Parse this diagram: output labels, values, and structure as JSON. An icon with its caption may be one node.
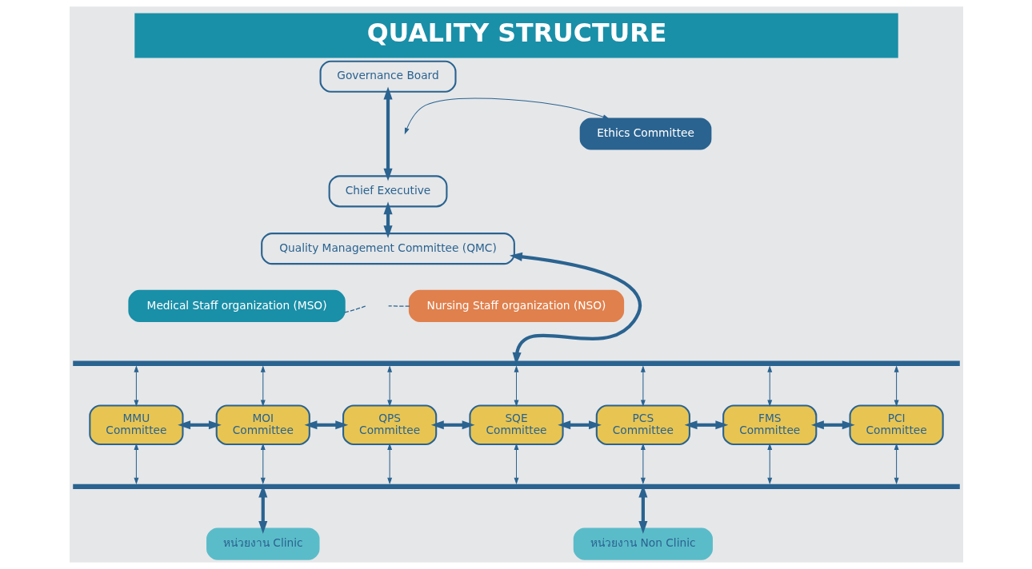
{
  "diagram": {
    "title": "QUALITY STRUCTURE",
    "nodes": [
      {
        "text": [
          "Governance Board"
        ]
      },
      {
        "text": [
          "Ethics Committee"
        ]
      },
      {
        "text": [
          "Chief Executive"
        ]
      },
      {
        "text": [
          "Quality Management Committee (QMC)"
        ]
      },
      {
        "text": [
          "Medical Staff organization (MSO)"
        ]
      },
      {
        "text": [
          "Nursing Staff organization (NSO)"
        ]
      },
      {
        "text": [],
        "shape": "bar"
      },
      {
        "text": [
          "MMU Committee"
        ]
      },
      {
        "text": [
          "MOI Committee"
        ]
      },
      {
        "text": [
          "QPS Committee"
        ]
      },
      {
        "text": [
          "SQE Committee"
        ]
      },
      {
        "text": [
          "PCS Committee"
        ]
      },
      {
        "text": [
          "FMS Committee"
        ]
      },
      {
        "text": [
          "PCI Committee"
        ]
      },
      {
        "text": [],
        "shape": "bar"
      },
      {
        "text": [
          "หน่วยงาน Clinic"
        ]
      },
      {
        "text": [
          "หน่วยงาน Non Clinic"
        ]
      }
    ],
    "edges": [
      {
        "from": 0,
        "to": 2,
        "arrow": "both",
        "style": "thick"
      },
      {
        "from": null,
        "to": 1,
        "arrow": "both"
      },
      {
        "from": 2,
        "to": 3,
        "arrow": "both",
        "style": "thick"
      },
      {
        "from": 3,
        "to": 6,
        "arrow": "both",
        "style": "thick"
      },
      {
        "from": 4,
        "to": null,
        "arrow": "none",
        "style": "dashed"
      },
      {
        "from": 5,
        "to": null,
        "arrow": "none",
        "style": "dashed"
      },
      {
        "from": 6,
        "to": 7,
        "arrow": "both"
      },
      {
        "from": 6,
        "to": 8,
        "arrow": "both"
      },
      {
        "from": 6,
        "to": 9,
        "arrow": "both"
      },
      {
        "from": 6,
        "to": 10,
        "arrow": "both"
      },
      {
        "from": 6,
        "to": 11,
        "arrow": "both"
      },
      {
        "from": 6,
        "to": 12,
        "arrow": "both"
      },
      {
        "from": 6,
        "to": 13,
        "arrow": "both"
      },
      {
        "from": 7,
        "to": 8,
        "arrow": "both",
        "style": "thick"
      },
      {
        "from": 8,
        "to": 9,
        "arrow": "both",
        "style": "thick"
      },
      {
        "from": 9,
        "to": 10,
        "arrow": "both",
        "style": "thick"
      },
      {
        "from": 10,
        "to": 11,
        "arrow": "both",
        "style": "thick"
      },
      {
        "from": 11,
        "to": 12,
        "arrow": "both",
        "style": "thick"
      },
      {
        "from": 12,
        "to": 13,
        "arrow": "both",
        "style": "thick"
      },
      {
        "from": 7,
        "to": 14,
        "arrow": "both"
      },
      {
        "from": 8,
        "to": 14,
        "arrow": "both"
      },
      {
        "from": 9,
        "to": 14,
        "arrow": "both"
      },
      {
        "from": 10,
        "to": 14,
        "arrow": "both"
      },
      {
        "from": 11,
        "to": 14,
        "arrow": "both"
      },
      {
        "from": 12,
        "to": 14,
        "arrow": "both"
      },
      {
        "from": 13,
        "to": 14,
        "arrow": "both"
      },
      {
        "from": 14,
        "to": 15,
        "arrow": "both",
        "style": "thick"
      },
      {
        "from": 14,
        "to": 16,
        "arrow": "both",
        "style": "thick"
      }
    ]
  }
}
